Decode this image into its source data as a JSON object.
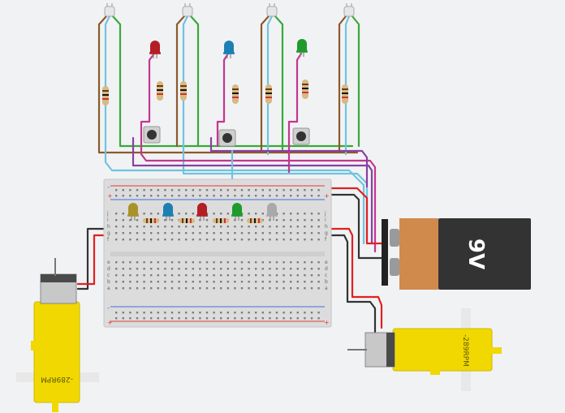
{
  "canvas": {
    "background": "#f1f2f4"
  },
  "battery": {
    "label": "9V",
    "body_color": "#333333",
    "cap_color": "#d08a4c"
  },
  "motor_left": {
    "label": "-289RPM"
  },
  "motor_right": {
    "label": "-289RPM"
  },
  "leds_top": [
    {
      "id": "led-red",
      "color": "#b31f24"
    },
    {
      "id": "led-blue",
      "color": "#1d7fb4"
    },
    {
      "id": "led-green",
      "color": "#1f9a2c"
    }
  ],
  "leds_board": [
    {
      "id": "led-yellow",
      "color": "#a8922a"
    },
    {
      "id": "led-blue",
      "color": "#1d7fb4"
    },
    {
      "id": "led-red",
      "color": "#b31f24"
    },
    {
      "id": "led-green",
      "color": "#1f9a2c"
    },
    {
      "id": "led-white",
      "color": "#a9a9a9"
    }
  ],
  "breadboard": {
    "row_letters_top": [
      "j",
      "i",
      "h",
      "g",
      "f"
    ],
    "row_letters_bottom": [
      "e",
      "d",
      "c",
      "b",
      "a"
    ],
    "plus": "+",
    "minus": "-"
  },
  "wire_colors": {
    "brown": "#8b5a2b",
    "cyan": "#6fc3df",
    "green": "#3aa93a",
    "magenta": "#c2378f",
    "purple": "#8a3fa0",
    "red": "#e02020",
    "black": "#333333"
  }
}
